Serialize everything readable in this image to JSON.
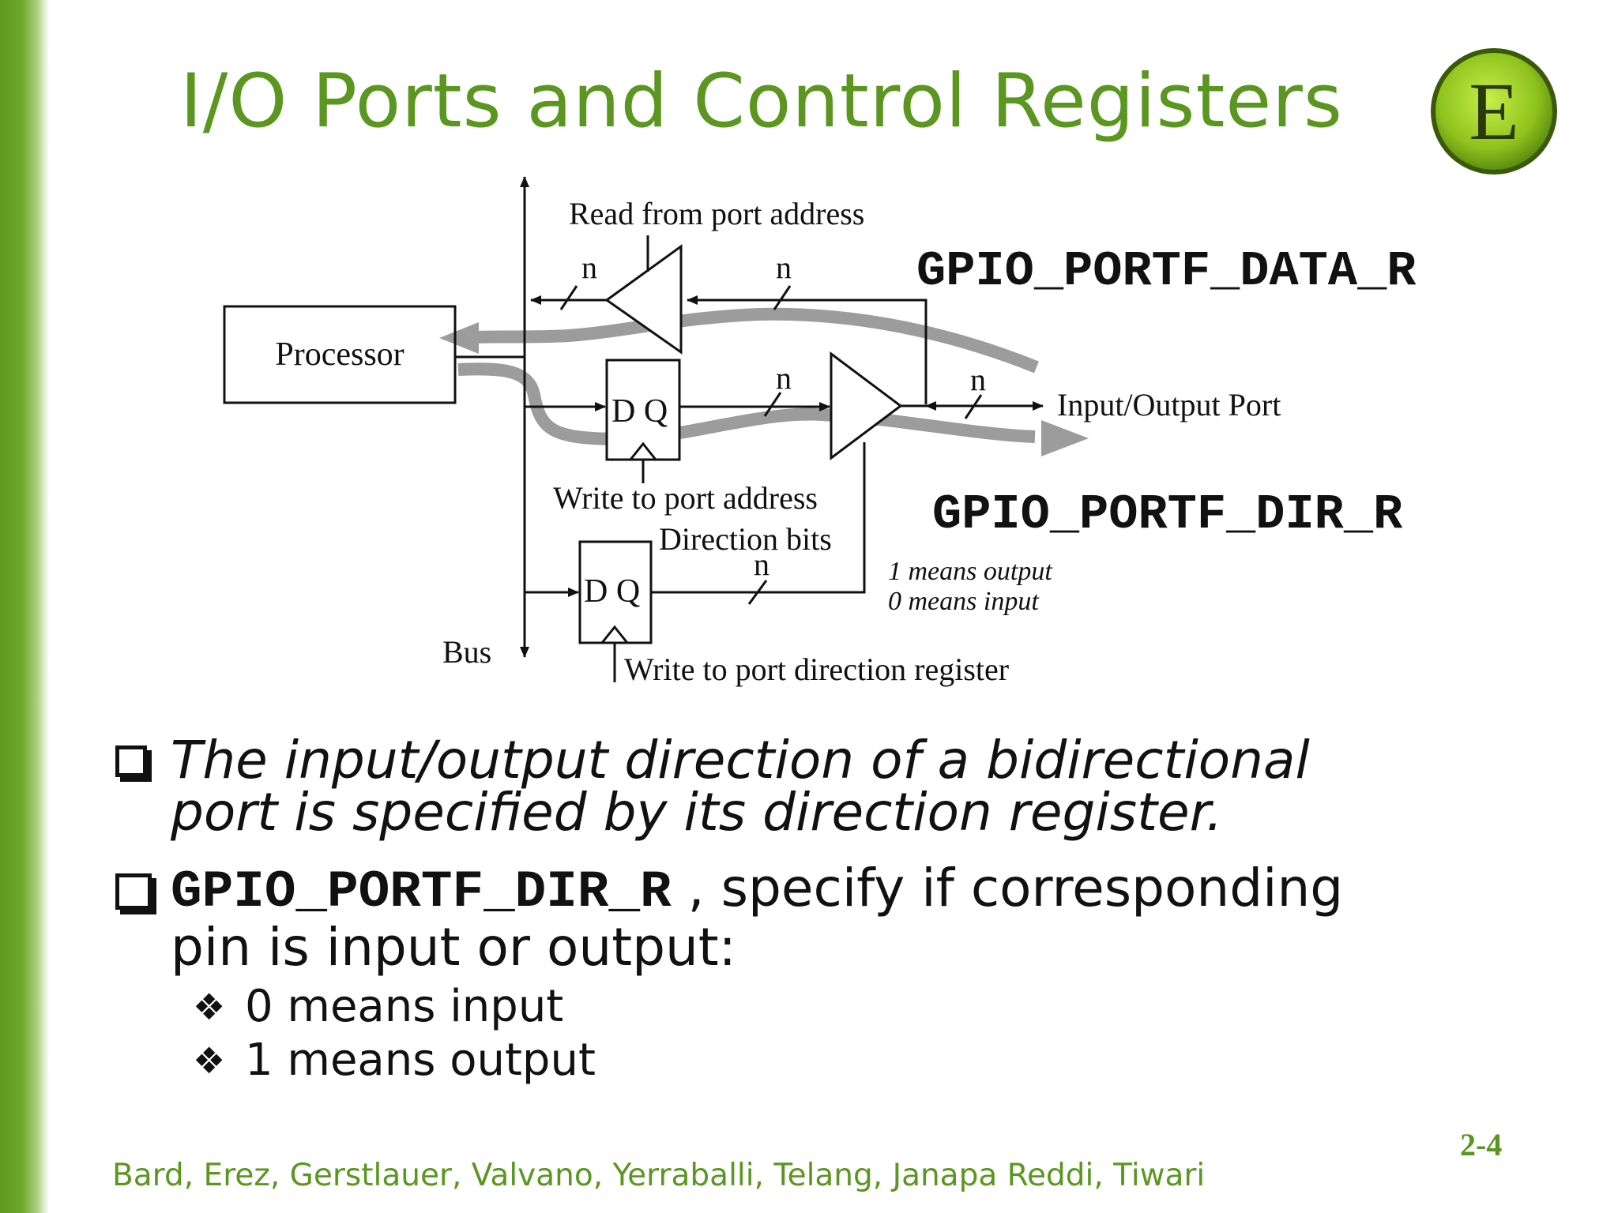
{
  "slide": {
    "title": "I/O Ports and Control Registers",
    "footer": "Bard, Erez, Gerstlauer, Valvano, Yerraballi, Telang, Janapa Reddi, Tiwari",
    "slide_number": "2-4"
  },
  "logo": {
    "letter": "E"
  },
  "diagram": {
    "processor": "Processor",
    "bus": "Bus",
    "read_label": "Read from port address",
    "write_label": "Write to port address",
    "direction_bits": "Direction bits",
    "write_dir_label": "Write to port direction register",
    "io_port": "Input/Output Port",
    "dq": "D Q",
    "n": "n",
    "data_reg": "GPIO_PORTF_DATA_R",
    "dir_reg": "GPIO_PORTF_DIR_R",
    "note_output": "1 means output",
    "note_input": "0 means input"
  },
  "bullets": {
    "b1_line1": "The input/output direction of a bidirectional",
    "b1_line2": "port is specified by its direction register.",
    "b2_code": "GPIO_PORTF_DIR_R",
    "b2_rest": " , specify if corresponding",
    "b2_line2": "pin is input or output:",
    "sub1": "0 means input",
    "sub2": "1 means output",
    "diamond": "❖"
  }
}
